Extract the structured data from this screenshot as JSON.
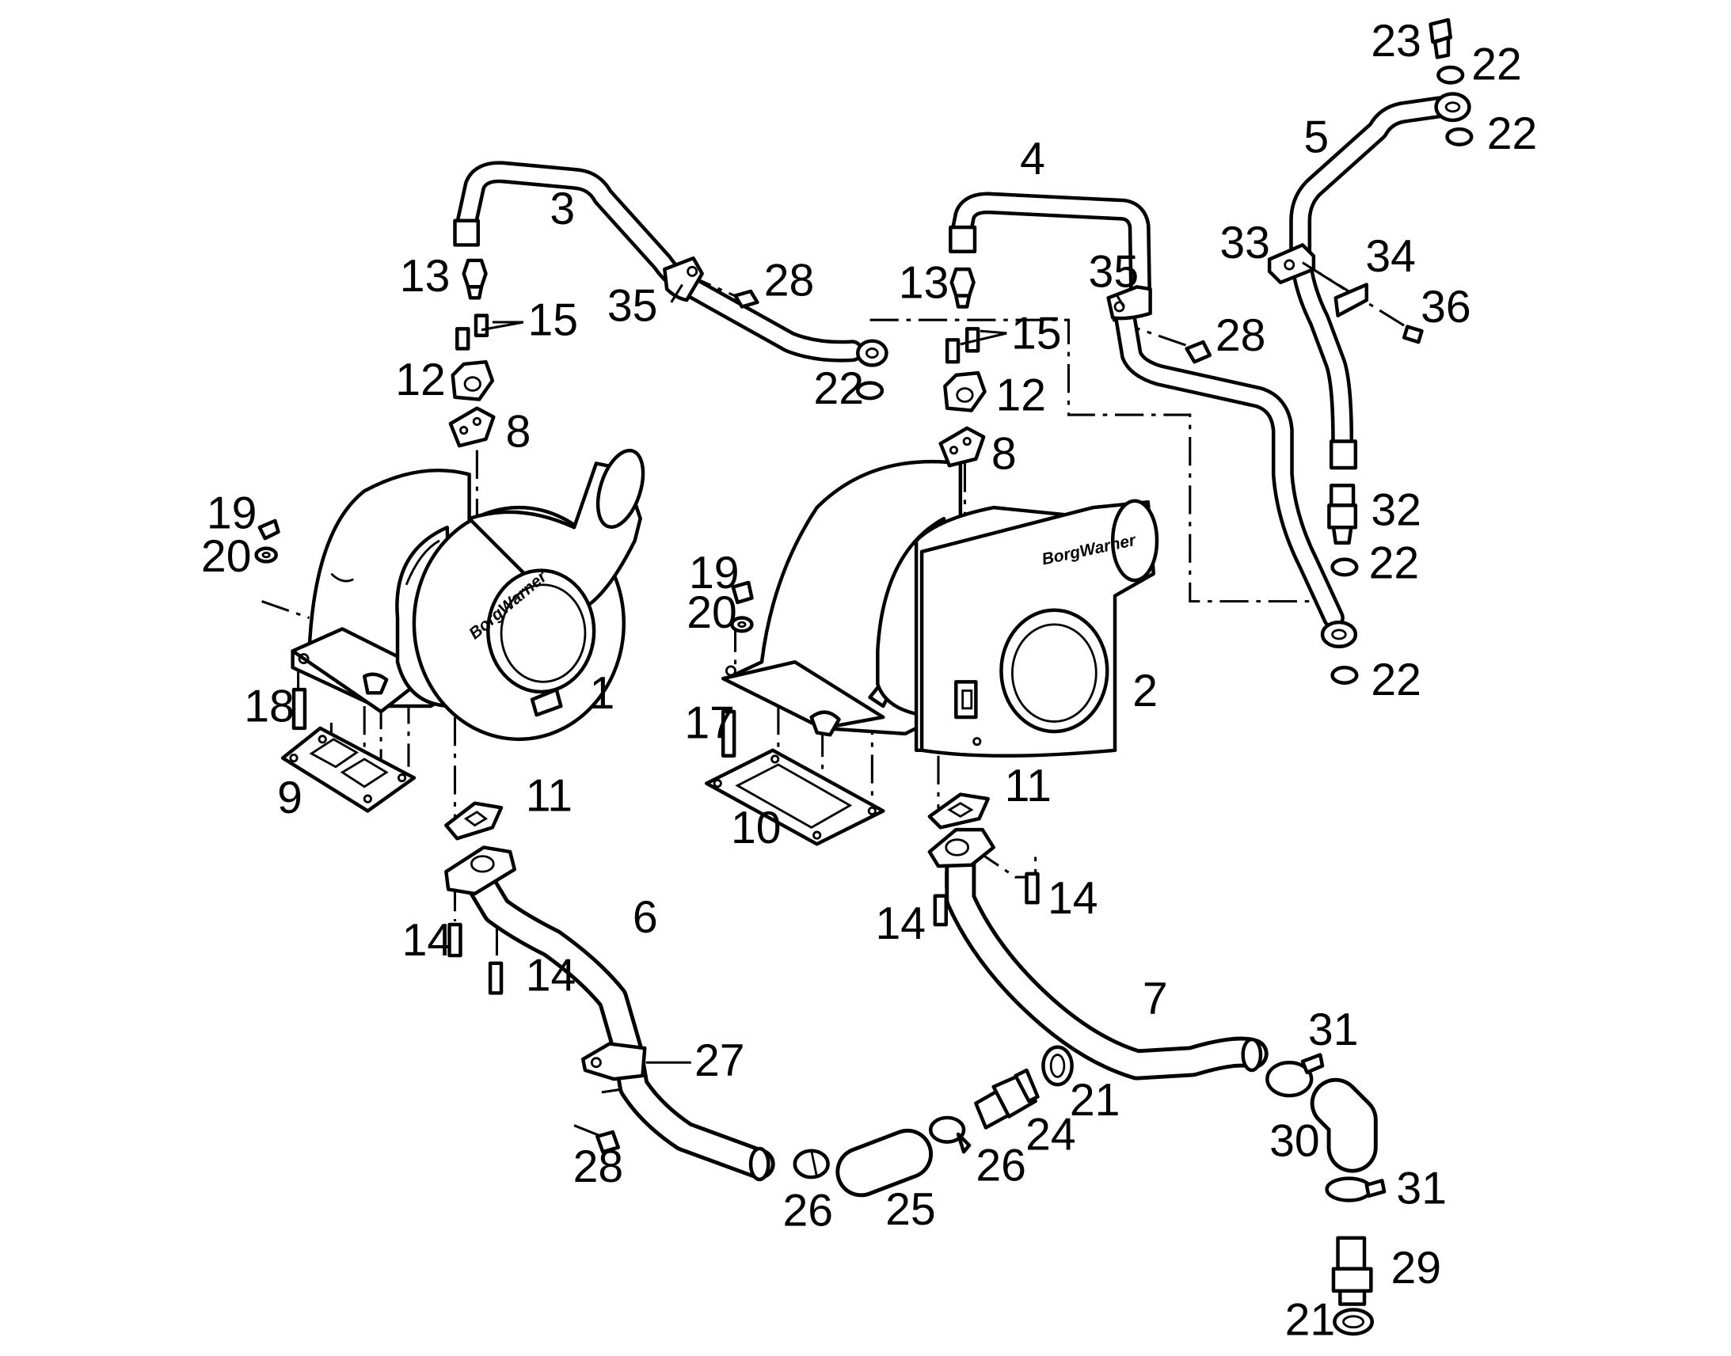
{
  "diagram": {
    "labels": [
      {
        "id": "c1",
        "text": "1"
      },
      {
        "id": "c2",
        "text": "2"
      },
      {
        "id": "c3",
        "text": "3"
      },
      {
        "id": "c4",
        "text": "4"
      },
      {
        "id": "c5",
        "text": "5"
      },
      {
        "id": "c6",
        "text": "6"
      },
      {
        "id": "c7",
        "text": "7"
      },
      {
        "id": "c8a",
        "text": "8"
      },
      {
        "id": "c8b",
        "text": "8"
      },
      {
        "id": "c9",
        "text": "9"
      },
      {
        "id": "c10",
        "text": "10"
      },
      {
        "id": "c11a",
        "text": "11"
      },
      {
        "id": "c11b",
        "text": "11"
      },
      {
        "id": "c12a",
        "text": "12"
      },
      {
        "id": "c12b",
        "text": "12"
      },
      {
        "id": "c13a",
        "text": "13"
      },
      {
        "id": "c13b",
        "text": "13"
      },
      {
        "id": "c14a",
        "text": "14"
      },
      {
        "id": "c14b",
        "text": "14"
      },
      {
        "id": "c14c",
        "text": "14"
      },
      {
        "id": "c14d",
        "text": "14"
      },
      {
        "id": "c15a",
        "text": "15"
      },
      {
        "id": "c15b",
        "text": "15"
      },
      {
        "id": "c17",
        "text": "17"
      },
      {
        "id": "c18",
        "text": "18"
      },
      {
        "id": "c19a",
        "text": "19"
      },
      {
        "id": "c19b",
        "text": "19"
      },
      {
        "id": "c20a",
        "text": "20"
      },
      {
        "id": "c20b",
        "text": "20"
      },
      {
        "id": "c21a",
        "text": "21"
      },
      {
        "id": "c21b",
        "text": "21"
      },
      {
        "id": "c22a",
        "text": "22"
      },
      {
        "id": "c22b",
        "text": "22"
      },
      {
        "id": "c22c",
        "text": "22"
      },
      {
        "id": "c22d",
        "text": "22"
      },
      {
        "id": "c22e",
        "text": "22"
      },
      {
        "id": "c23",
        "text": "23"
      },
      {
        "id": "c24",
        "text": "24"
      },
      {
        "id": "c25",
        "text": "25"
      },
      {
        "id": "c26a",
        "text": "26"
      },
      {
        "id": "c26b",
        "text": "26"
      },
      {
        "id": "c27",
        "text": "27"
      },
      {
        "id": "c28a",
        "text": "28"
      },
      {
        "id": "c28b",
        "text": "28"
      },
      {
        "id": "c28c",
        "text": "28"
      },
      {
        "id": "c29",
        "text": "29"
      },
      {
        "id": "c30",
        "text": "30"
      },
      {
        "id": "c31a",
        "text": "31"
      },
      {
        "id": "c31b",
        "text": "31"
      },
      {
        "id": "c32",
        "text": "32"
      },
      {
        "id": "c33",
        "text": "33"
      },
      {
        "id": "c34",
        "text": "34"
      },
      {
        "id": "c35a",
        "text": "35"
      },
      {
        "id": "c35b",
        "text": "35"
      },
      {
        "id": "c36",
        "text": "36"
      }
    ],
    "branding": {
      "turbo_left": "BorgWarner",
      "turbo_right": "BorgWarner"
    }
  }
}
